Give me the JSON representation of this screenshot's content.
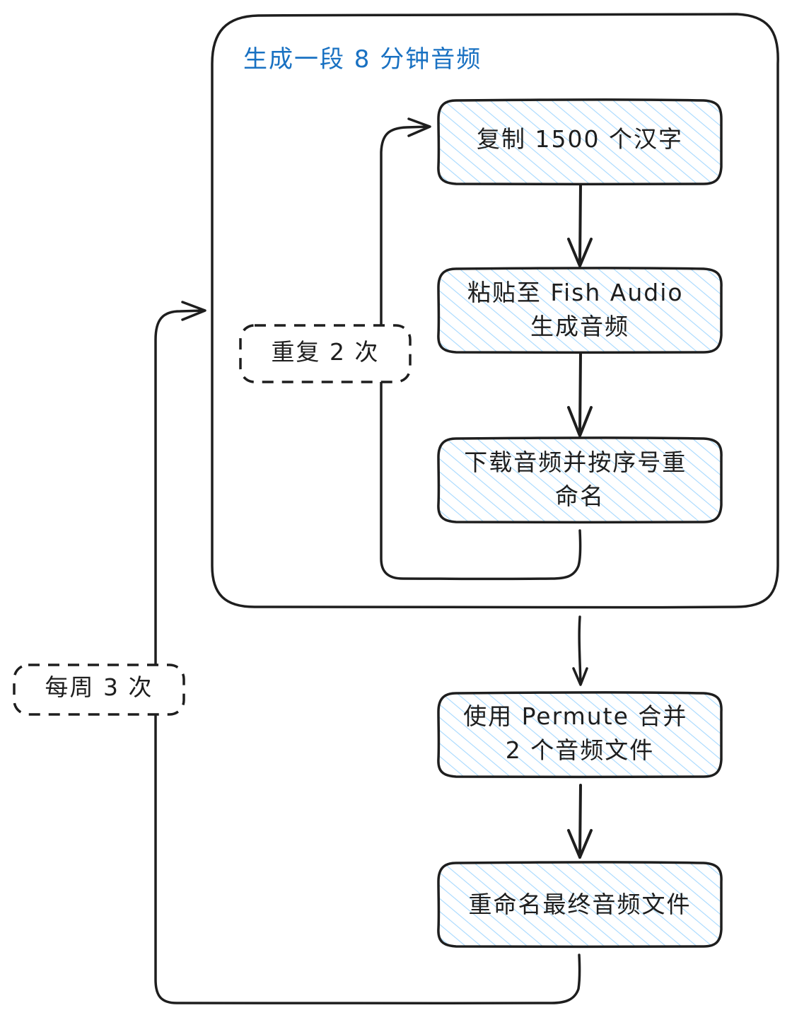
{
  "diagram": {
    "colors": {
      "stroke": "#1e1e1e",
      "hatch": "#a5d8ff",
      "group_title": "#1971c2",
      "background": "#ffffff"
    },
    "group": {
      "title": "生成一段 8 分钟音频"
    },
    "nodes": [
      {
        "id": "copy",
        "lines": [
          "复制 1500 个汉字"
        ]
      },
      {
        "id": "paste",
        "lines": [
          "粘贴至 Fish Audio",
          "生成音频"
        ]
      },
      {
        "id": "download",
        "lines": [
          "下载音频并按序号重",
          "命名"
        ]
      },
      {
        "id": "merge",
        "lines": [
          "使用 Permute 合并",
          "2 个音频文件"
        ]
      },
      {
        "id": "rename",
        "lines": [
          "重命名最终音频文件"
        ]
      }
    ],
    "loop_labels": {
      "inner": "重复 2 次",
      "outer": "每周 3 次"
    },
    "edges": [
      {
        "from": "copy",
        "to": "paste"
      },
      {
        "from": "paste",
        "to": "download"
      },
      {
        "from": "download",
        "to": "copy",
        "label": "重复 2 次"
      },
      {
        "from": "group",
        "to": "merge"
      },
      {
        "from": "merge",
        "to": "rename"
      },
      {
        "from": "rename",
        "to": "group",
        "label": "每周 3 次"
      }
    ]
  }
}
